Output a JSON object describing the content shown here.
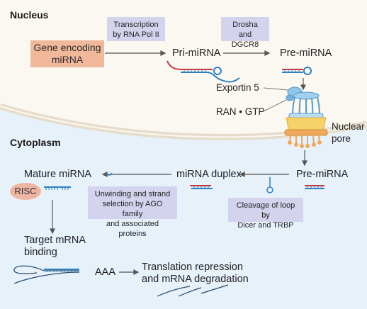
{
  "regions": {
    "nucleus": "Nucleus",
    "cytoplasm": "Cytoplasm"
  },
  "boxes": {
    "gene": [
      "Gene encoding",
      "miRNA"
    ],
    "transcription": [
      "Transcription",
      "by RNA Pol II"
    ],
    "drosha": [
      "Drosha and",
      "DGCR8"
    ],
    "unwinding": [
      "Unwinding and strand",
      "selection by AGO family",
      "and associated proteins"
    ],
    "cleavage": [
      "Cleavage of loop by",
      "Dicer and TRBP"
    ]
  },
  "labels": {
    "pri_mirna": "Pri-miRNA",
    "pre_mirna_nucleus": "Pre-miRNA",
    "exportin": "Exportin 5",
    "ran_gtp": "RAN • GTP",
    "nuclear_pore": [
      "Nuclear",
      "pore"
    ],
    "pre_mirna_cyto": "Pre-miRNA",
    "mirna_duplex": "miRNA duplex",
    "mature_mirna": "Mature miRNA",
    "risc": "RISC",
    "target": [
      "Target mRNA",
      "binding"
    ],
    "aaa": "AAA",
    "outcome": [
      "Translation repression",
      "and mRNA degradation"
    ]
  },
  "colors": {
    "nucleus_bg": "#fbf8f1",
    "cytoplasm_bg": "#e7f1f9",
    "gene_box": "#f2b89a",
    "process_box": "#d4d3ee",
    "rna_red": "#c8383f",
    "rna_blue": "#2f7fbf",
    "risc": "#efb5a3",
    "pore_yellow": "#f6d36a",
    "pore_orange": "#f0a85a",
    "exportin_blue": "#8ec7ea"
  }
}
